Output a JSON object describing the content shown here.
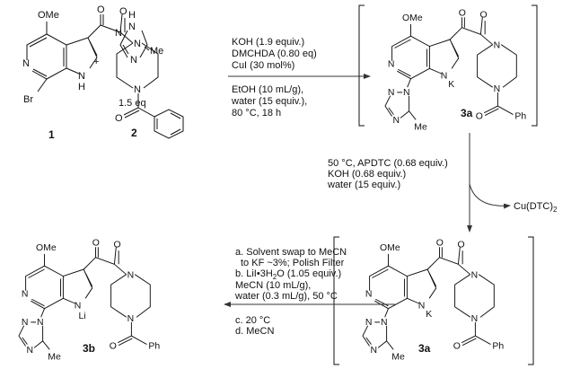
{
  "atoms": {
    "N": "N",
    "O": "O",
    "H": "H",
    "NH": "NH",
    "Br": "Br",
    "K": "K",
    "Li": "Li",
    "Me": "Me",
    "OMe": "OMe",
    "Ph": "Ph"
  },
  "compounds": {
    "sm": "1",
    "triazole": "2",
    "triazole_eq": "1.5 eq",
    "intermediate": "3a",
    "product": "3b",
    "plus": "+"
  },
  "step1": {
    "above": [
      "KOH (1.9 equiv.)",
      "DMCHDA (0.80 eq)",
      "CuI (30 mol%)"
    ],
    "below": [
      "EtOH (10 mL/g),",
      "water (15 equiv.),",
      "80 °C, 18 h"
    ]
  },
  "step2": {
    "conditions": [
      "50 °C, APDTC (0.68 equiv.)",
      "KOH (0.68 equiv.)",
      "water (15 equiv.)"
    ],
    "byproduct": "Cu(DTC)",
    "byproduct_sub": "2"
  },
  "step3": {
    "above": [
      "a. Solvent swap to MeCN",
      "to KF ~3%; Polish Filter",
      "b. LiI•3H",
      "O (1.05 equiv.)",
      "MeCN (10 mL/g),",
      "water (0.3 mL/g), 50 °C"
    ],
    "sub2": "2",
    "below": [
      "c. 20 °C",
      "d. MeCN"
    ]
  }
}
